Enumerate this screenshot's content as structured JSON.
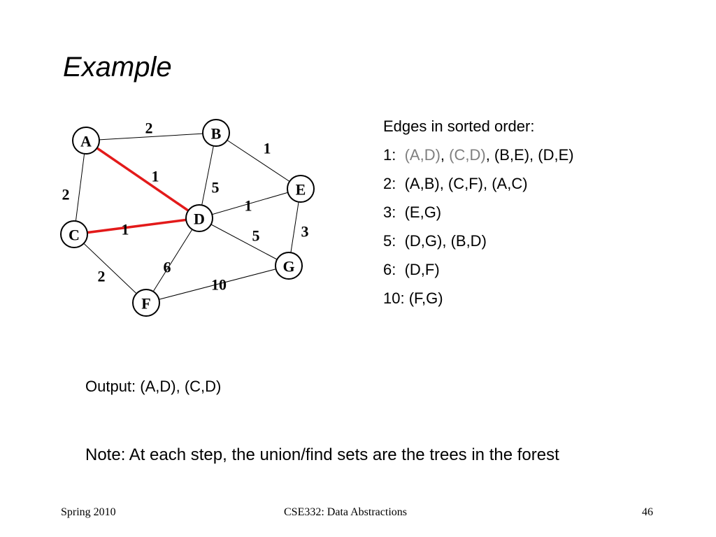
{
  "slide": {
    "title": "Example"
  },
  "graph": {
    "nodes": [
      {
        "id": "A",
        "label": "A"
      },
      {
        "id": "B",
        "label": "B"
      },
      {
        "id": "C",
        "label": "C"
      },
      {
        "id": "D",
        "label": "D"
      },
      {
        "id": "E",
        "label": "E"
      },
      {
        "id": "F",
        "label": "F"
      },
      {
        "id": "G",
        "label": "G"
      }
    ],
    "edges": [
      {
        "from": "A",
        "to": "B",
        "weight": "2",
        "selected": false
      },
      {
        "from": "A",
        "to": "D",
        "weight": "1",
        "selected": true
      },
      {
        "from": "A",
        "to": "C",
        "weight": "2",
        "selected": false
      },
      {
        "from": "B",
        "to": "D",
        "weight": "5",
        "selected": false
      },
      {
        "from": "B",
        "to": "E",
        "weight": "1",
        "selected": false
      },
      {
        "from": "D",
        "to": "E",
        "weight": "1",
        "selected": false
      },
      {
        "from": "C",
        "to": "D",
        "weight": "1",
        "selected": true
      },
      {
        "from": "E",
        "to": "G",
        "weight": "3",
        "selected": false
      },
      {
        "from": "D",
        "to": "G",
        "weight": "5",
        "selected": false
      },
      {
        "from": "D",
        "to": "F",
        "weight": "6",
        "selected": false
      },
      {
        "from": "C",
        "to": "F",
        "weight": "2",
        "selected": false
      },
      {
        "from": "F",
        "to": "G",
        "weight": "10",
        "selected": false
      }
    ],
    "colors": {
      "selected_edge": "#e31a1a",
      "edge": "#000000",
      "node_fill": "#ffffff",
      "node_stroke": "#000000"
    }
  },
  "edge_list": {
    "heading": "Edges in sorted order:",
    "rows": [
      {
        "prefix": "1:  ",
        "items": [
          {
            "text": "(A,D)",
            "grey": true
          },
          {
            "text": ", ",
            "grey": false
          },
          {
            "text": "(C,D)",
            "grey": true
          },
          {
            "text": ", (B,E), (D,E)",
            "grey": false
          }
        ]
      },
      {
        "prefix": "2:  ",
        "items": [
          {
            "text": "(A,B), (C,F), (A,C)",
            "grey": false
          }
        ]
      },
      {
        "prefix": "3:  ",
        "items": [
          {
            "text": "(E,G)",
            "grey": false
          }
        ]
      },
      {
        "prefix": "5:  ",
        "items": [
          {
            "text": "(D,G), (B,D)",
            "grey": false
          }
        ]
      },
      {
        "prefix": "6:  ",
        "items": [
          {
            "text": "(D,F)",
            "grey": false
          }
        ]
      },
      {
        "prefix": "10: ",
        "items": [
          {
            "text": "(F,G)",
            "grey": false
          }
        ]
      }
    ]
  },
  "output": "Output: (A,D), (C,D)",
  "note": "Note: At each step, the union/find sets are the trees in the forest",
  "footer": {
    "left": "Spring 2010",
    "center": "CSE332: Data Abstractions",
    "right": "46"
  }
}
